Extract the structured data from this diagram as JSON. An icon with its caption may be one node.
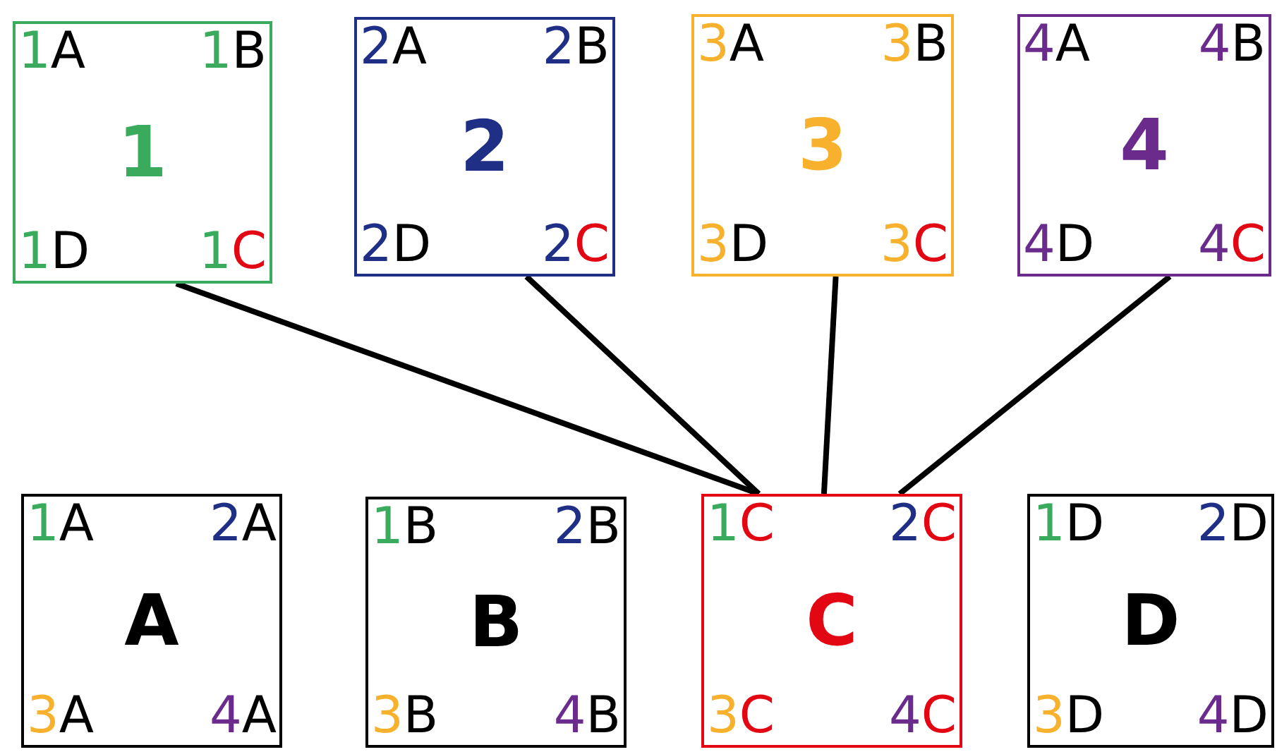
{
  "diagram": {
    "nodes": [
      {
        "text": [
          "1",
          "1A",
          "1B",
          "1D",
          "1C"
        ]
      },
      {
        "text": [
          "2",
          "2A",
          "2B",
          "2D",
          "2C"
        ]
      },
      {
        "text": [
          "3",
          "3A",
          "3B",
          "3D",
          "3C"
        ]
      },
      {
        "text": [
          "4",
          "4A",
          "4B",
          "4D",
          "4C"
        ]
      },
      {
        "text": [
          "A",
          "1A",
          "2A",
          "3A",
          "4A"
        ]
      },
      {
        "text": [
          "B",
          "1B",
          "2B",
          "3B",
          "4B"
        ]
      },
      {
        "text": [
          "C",
          "1C",
          "2C",
          "3C",
          "4C"
        ]
      },
      {
        "text": [
          "D",
          "1D",
          "2D",
          "3D",
          "4D"
        ]
      }
    ],
    "edges": [
      {
        "from": 0,
        "to": 6,
        "arrow": "none"
      },
      {
        "from": 1,
        "to": 6,
        "arrow": "none"
      },
      {
        "from": 2,
        "to": 6,
        "arrow": "none"
      },
      {
        "from": 3,
        "to": 6,
        "arrow": "none"
      }
    ]
  }
}
